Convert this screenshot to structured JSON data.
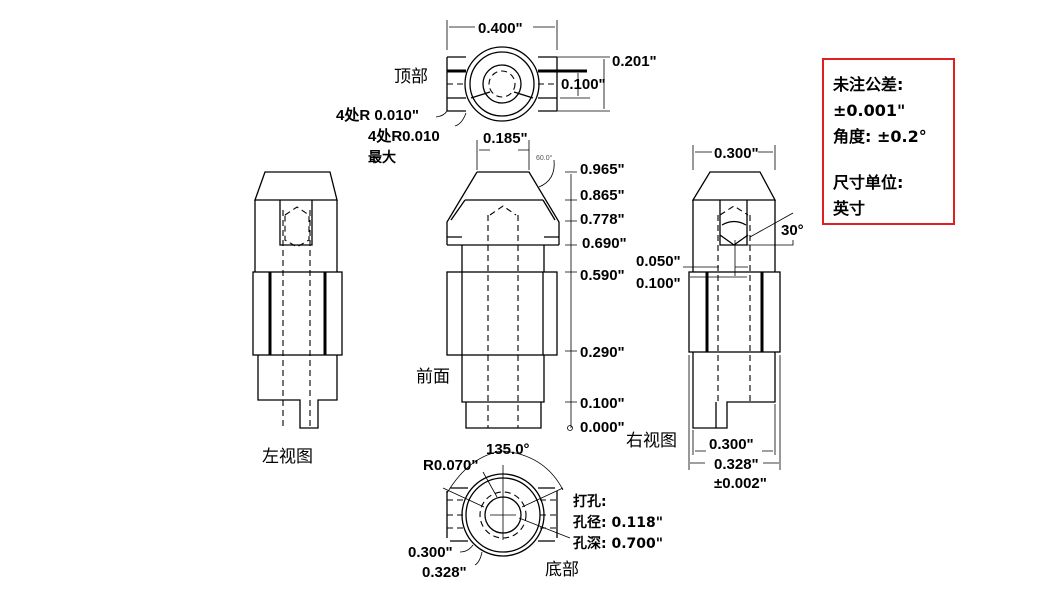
{
  "views": {
    "top": "顶部",
    "front": "前面",
    "left": "左视图",
    "right": "右视图",
    "bottom": "底部"
  },
  "top_view": {
    "width": "0.400\"",
    "height": "0.201\"",
    "slot": "0.100\"",
    "radius_note_1": "4处R 0.010\"",
    "radius_note_2": "4处R0.010",
    "radius_note_3": "最大"
  },
  "front_view": {
    "top_width": "0.185\"",
    "chamfer_angle": "60.0°",
    "heights": [
      "0.965\"",
      "0.865\"",
      "0.778\"",
      "0.690\"",
      "0.590\"",
      "0.290\"",
      "0.100\"",
      "0.000\""
    ]
  },
  "right_view": {
    "top_width": "0.300\"",
    "angle": "30°",
    "d1": "0.050\"",
    "d2": "0.100\"",
    "bottom_width": "0.300\"",
    "overall_width": "0.328\"",
    "tolerance": "±0.002\""
  },
  "bottom_view": {
    "angle": "135.0°",
    "radius": "R0.070\"",
    "d_inner": "0.300\"",
    "d_outer": "0.328\"",
    "drill_title": "打孔:",
    "drill_dia": "孔径:  0.118\"",
    "drill_depth": "孔深:  0.700\""
  },
  "notes": {
    "line1": "未注公差:",
    "line2": "±0.001\"",
    "line3": "角度:  ±0.2°",
    "line4": "尺寸单位:",
    "line5": "英寸"
  },
  "colors": {
    "note_border": "#e02020"
  }
}
